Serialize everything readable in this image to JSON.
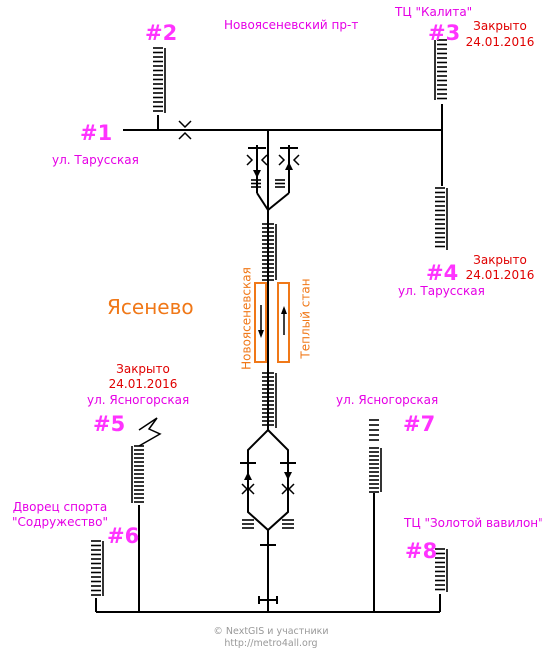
{
  "entrances": [
    {
      "id": "entrance-1",
      "number": "#1"
    },
    {
      "id": "entrance-2",
      "number": "#2"
    },
    {
      "id": "entrance-3",
      "number": "#3"
    },
    {
      "id": "entrance-4",
      "number": "#4"
    },
    {
      "id": "entrance-5",
      "number": "#5"
    },
    {
      "id": "entrance-6",
      "number": "#6"
    },
    {
      "id": "entrance-7",
      "number": "#7"
    },
    {
      "id": "entrance-8",
      "number": "#8"
    }
  ],
  "streets": {
    "novoyasenevsky": "Новоясеневский пр-т",
    "tarusskaya_1": "ул. Тарусская",
    "tarusskaya_4": "ул. Тарусская",
    "yasnogorskaya_5": "ул. Ясногорская",
    "yasnogorskaya_7": "ул. Ясногорская"
  },
  "landmarks": {
    "kalita": "ТЦ \"Калита\"",
    "sodruzhestvo_line1": "Дворец спорта",
    "sodruzhestvo_line2": "\"Содружество\"",
    "zolotoy_vavilon": "ТЦ \"Золотой вавилон\""
  },
  "closures": {
    "entrance_3": {
      "status": "Закрыто",
      "date": "24.01.2016"
    },
    "entrance_4": {
      "status": "Закрыто",
      "date": "24.01.2016"
    },
    "entrance_5": {
      "status": "Закрыто",
      "date": "24.01.2016"
    }
  },
  "station": {
    "name": "Ясенево",
    "track_left": "Новоясеневская",
    "track_right": "Теплый стан"
  },
  "footer": {
    "copyright": "© NextGIS и участники",
    "url": "http://metro4all.org"
  },
  "colors": {
    "entrance_numbers": "#ff33ff",
    "streets": "#e600e6",
    "closure": "#e00000",
    "station": "#f07818",
    "lines": "#000000",
    "footer": "#999999"
  }
}
